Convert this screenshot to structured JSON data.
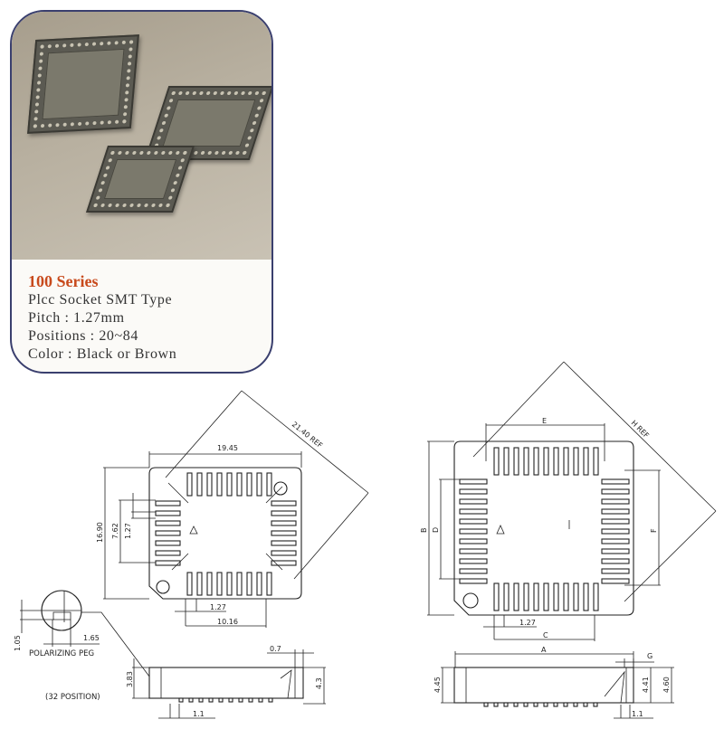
{
  "product": {
    "series": "100 Series",
    "type": "Plcc Socket SMT Type",
    "pitch": "Pitch : 1.27mm",
    "positions": "Positions : 20~84",
    "color": "Color : Black or Brown"
  },
  "left_drawing": {
    "width": "19.45",
    "height": "16.90",
    "diag": "21.40 REF",
    "row_span": "7.62",
    "pitch_v": "1.27",
    "pitch_h": "1.27",
    "col_span": "10.16",
    "peg_h": "1.05",
    "peg_w": "1.65",
    "peg_label": "POLARIZING PEG",
    "position_label": "(32 POSITION)",
    "side_h": "3.83",
    "side_t": "0.7",
    "side_total": "4.3",
    "side_lead": "1.1"
  },
  "right_drawing": {
    "E": "E",
    "B": "B",
    "D": "D",
    "F": "F",
    "H": "H REF",
    "pitch": "1.27",
    "C": "C",
    "A": "A",
    "G": "G",
    "side_h": "4.45",
    "side_a": "4.41",
    "side_b": "4.60",
    "side_lead": "1.1"
  }
}
